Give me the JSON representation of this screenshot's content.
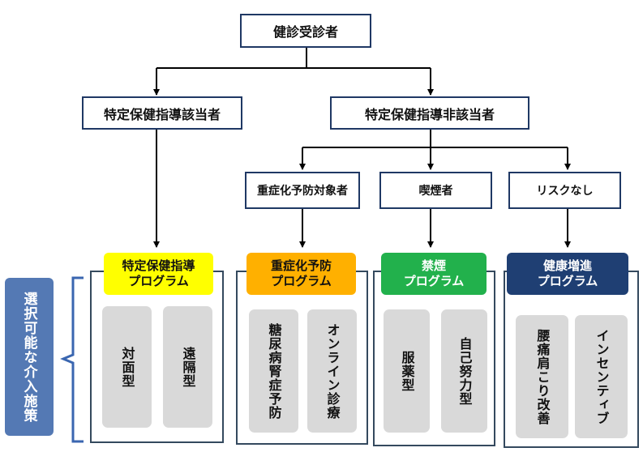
{
  "top": "健診受診者",
  "left_branch": "特定保健指導該当者",
  "right_branch": "特定保健指導非該当者",
  "sub": {
    "severe": "重症化予防対象者",
    "smoker": "喫煙者",
    "norisk": "リスクなし"
  },
  "programs": [
    {
      "line1": "特定保健指導",
      "line2": "プログラム",
      "bg": "#ffff00",
      "fg": "#111111",
      "cards": [
        "対面型",
        "遠隔型"
      ]
    },
    {
      "line1": "重症化予防",
      "line2": "プログラム",
      "bg": "#ffb000",
      "fg": "#111111",
      "cards": [
        "糖尿病腎症予防",
        "オンライン診療"
      ]
    },
    {
      "line1": "禁煙",
      "line2": "プログラム",
      "bg": "#22b14c",
      "fg": "#ffffff",
      "cards": [
        "服薬型",
        "自己努力型"
      ]
    },
    {
      "line1": "健康増進",
      "line2": "プログラム",
      "bg": "#1f3f73",
      "fg": "#ffffff",
      "cards": [
        "腰痛肩こり改善",
        "インセンティブ"
      ]
    }
  ],
  "side_label": "選択可能な介入施策",
  "colors": {
    "border": "#1f3864",
    "card": "#d9d9d9",
    "side": "#5479b4",
    "bracket": "#3a66b0"
  }
}
